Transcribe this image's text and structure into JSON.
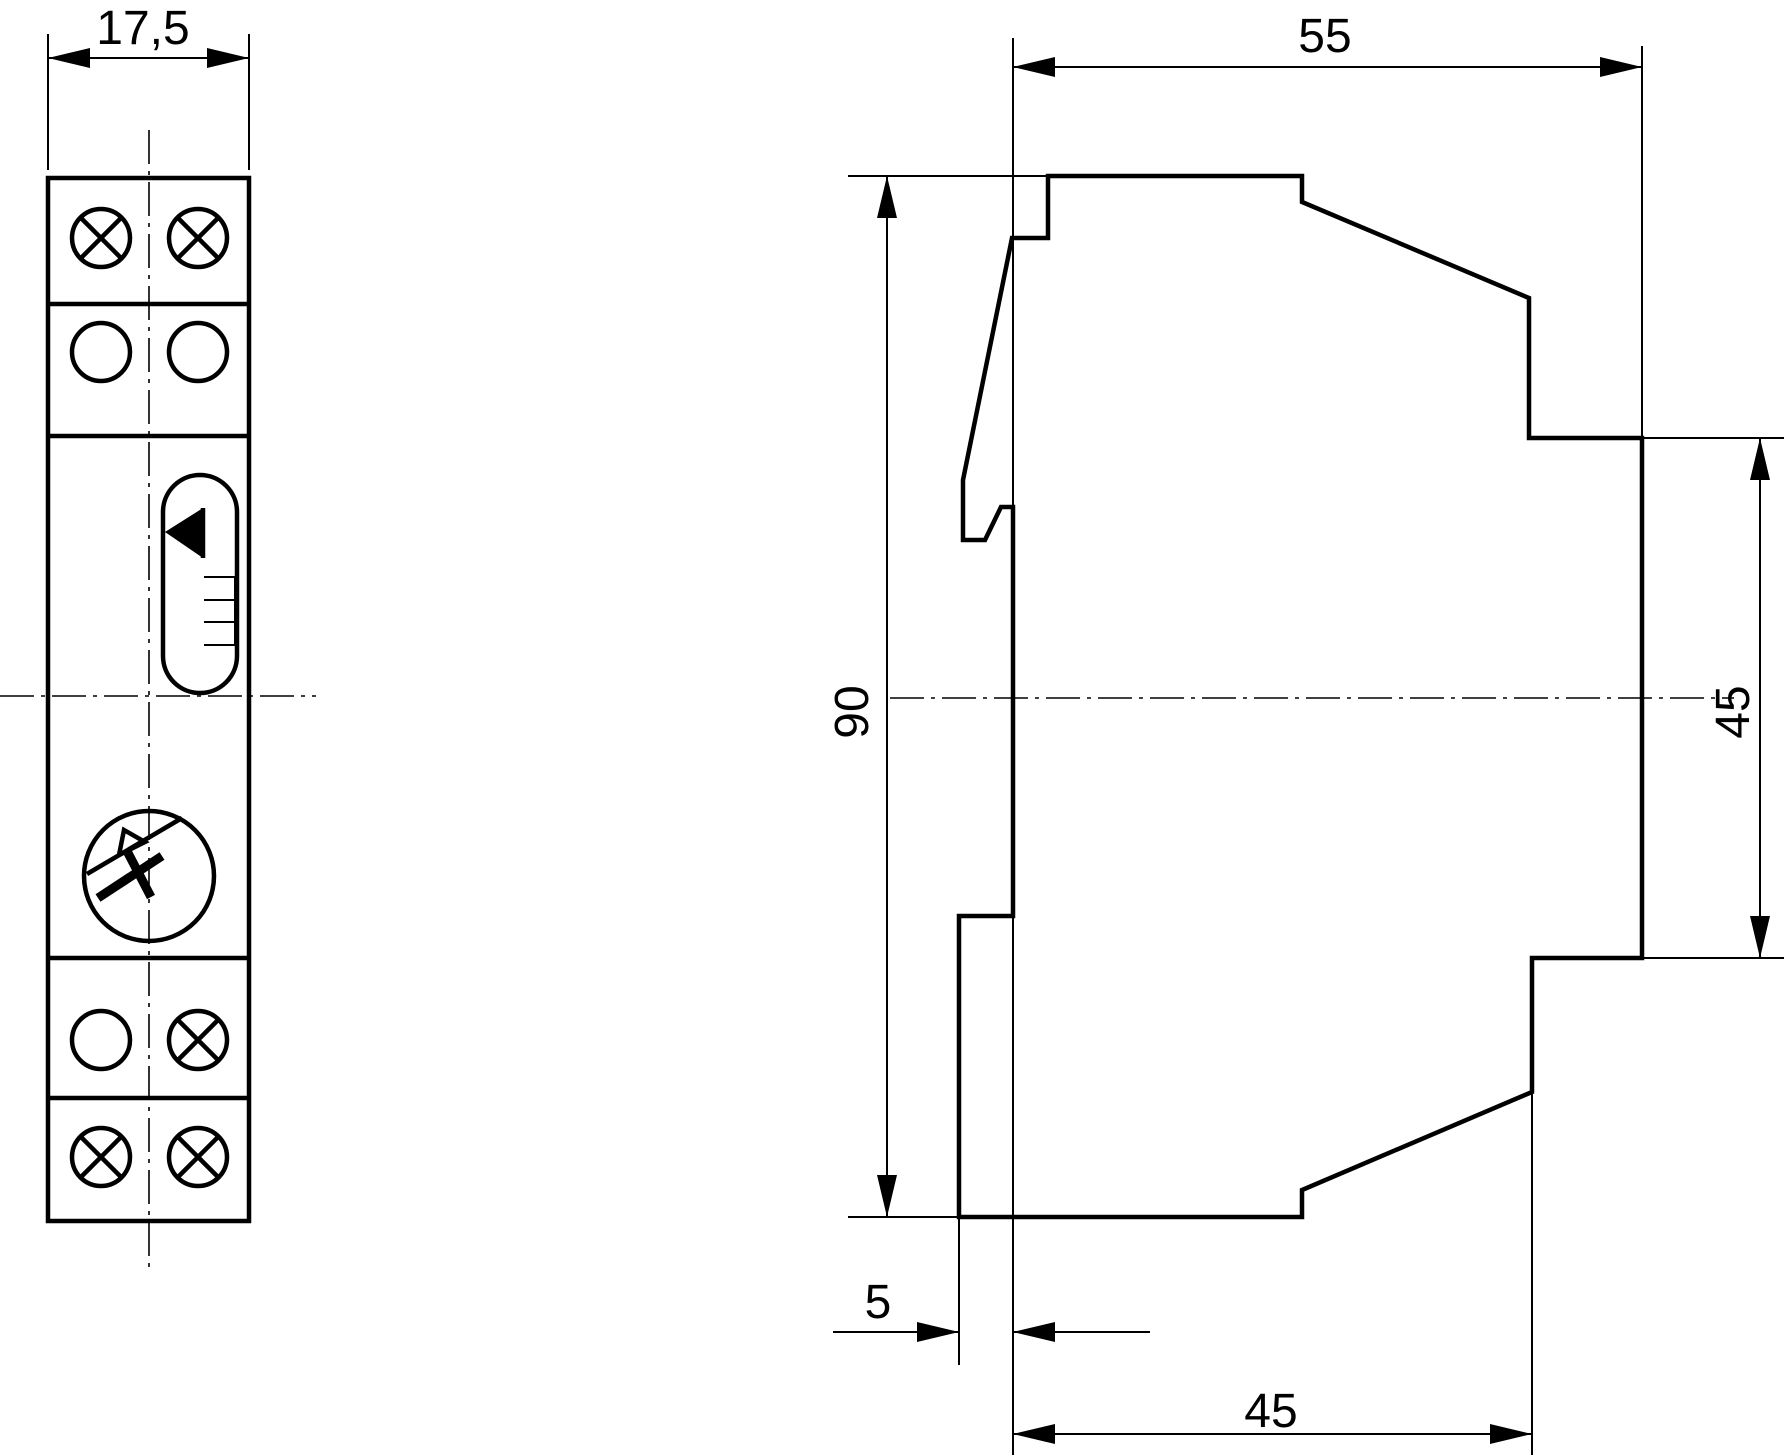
{
  "dimensions": {
    "front_width": "17,5",
    "side_depth": "55",
    "height": "90",
    "front_face_height": "45",
    "rail_offset": "5",
    "mount_depth": "45"
  }
}
